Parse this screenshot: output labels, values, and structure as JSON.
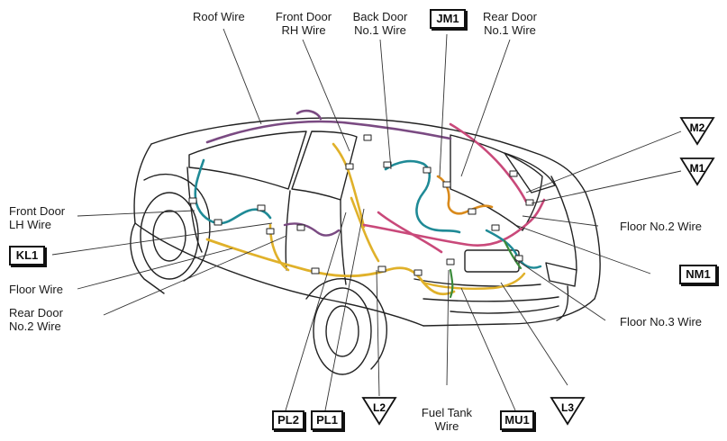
{
  "wire_labels": {
    "roof_wire": "Roof Wire",
    "front_door_rh_line1": "Front Door",
    "front_door_rh_line2": "RH Wire",
    "back_door_line1": "Back Door",
    "back_door_line2": "No.1 Wire",
    "rear_door_no1_line1": "Rear Door",
    "rear_door_no1_line2": "No.1 Wire",
    "front_door_lh_line1": "Front Door",
    "front_door_lh_line2": "LH Wire",
    "floor_wire": "Floor Wire",
    "rear_door_no2_line1": "Rear Door",
    "rear_door_no2_line2": "No.2 Wire",
    "floor_no2_wire": "Floor No.2 Wire",
    "floor_no3_wire": "Floor No.3 Wire",
    "fuel_tank_line1": "Fuel Tank",
    "fuel_tank_line2": "Wire"
  },
  "connector_boxes": {
    "jm1": "JM1",
    "kl1": "KL1",
    "nm1": "NM1",
    "pl2": "PL2",
    "pl1": "PL1",
    "mu1": "MU1"
  },
  "triangle_markers": {
    "m2": "M2",
    "m1": "M1",
    "l2": "L2",
    "l3": "L3"
  },
  "colors": {
    "wire_pink": "#c9497a",
    "wire_teal": "#1f8a96",
    "wire_orange": "#d98a1c",
    "wire_yellow": "#e0b12a",
    "wire_purple": "#7a4a82",
    "wire_green": "#3a8a3a",
    "body_outline": "#222222"
  }
}
